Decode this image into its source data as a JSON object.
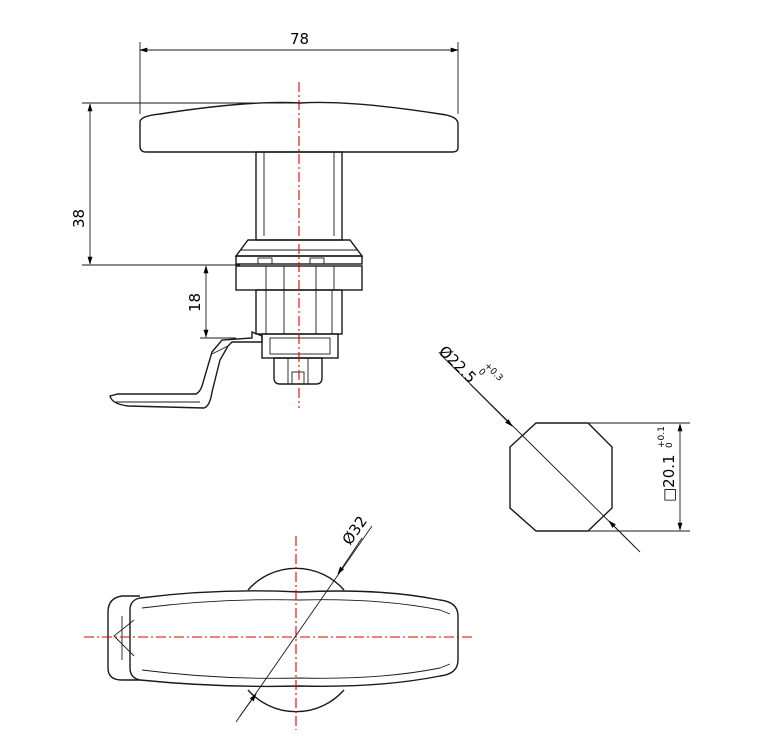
{
  "colors": {
    "outline": "#1a1a1a",
    "centerline": "#e00000",
    "background": "#ffffff"
  },
  "dimensions": {
    "handle_width": "78",
    "handle_height": "38",
    "cam_offset": "18",
    "hole_diameter": "Ø22.5",
    "hole_diameter_tol_upper": "+0.3",
    "hole_diameter_tol_lower": "0",
    "hole_flat": "□20.1",
    "hole_flat_tol_upper": "+0.1",
    "hole_flat_tol_lower": "0",
    "rose_diameter": "Ø32"
  }
}
